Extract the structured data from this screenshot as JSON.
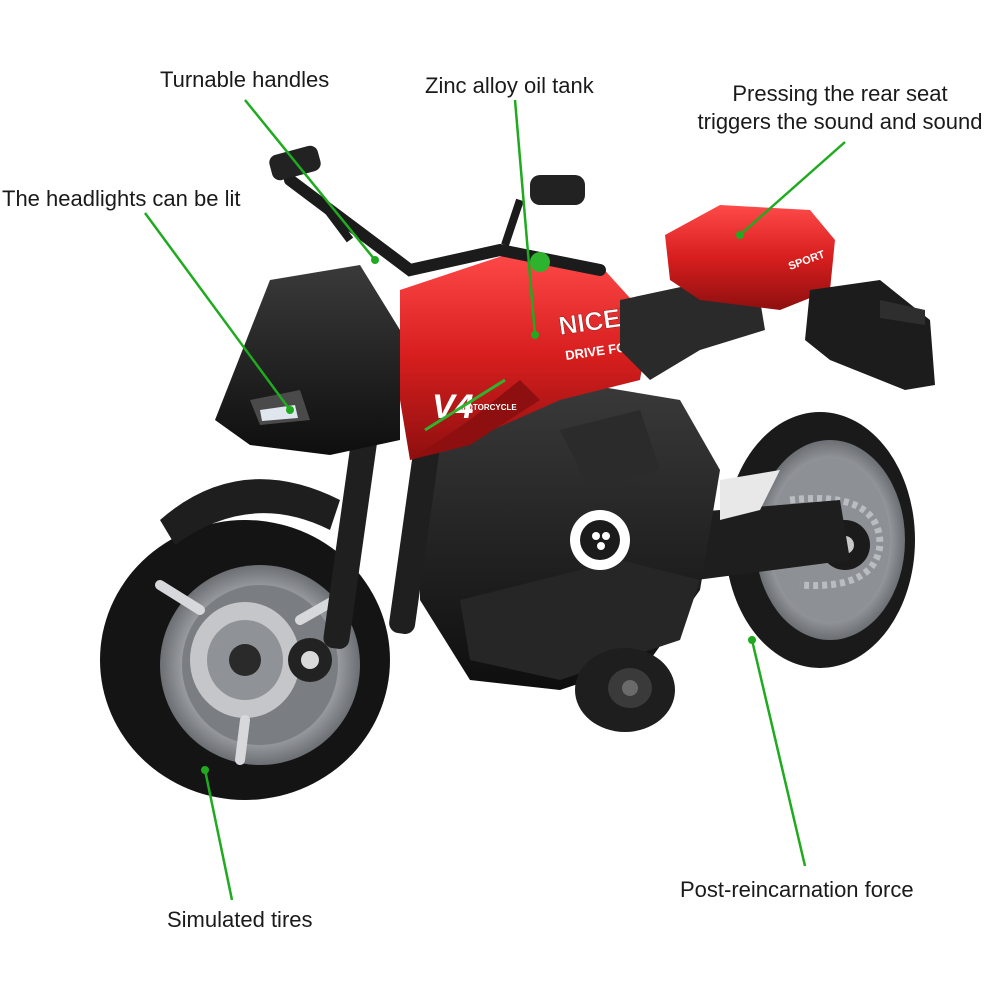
{
  "labels": {
    "handles": "Turnable handles",
    "tank": "Zinc alloy oil tank",
    "seat_line1": "Pressing the rear seat",
    "seat_line2": "triggers the sound and sound",
    "headlights": "The headlights can be lit",
    "tires": "Simulated tires",
    "force": "Post-reincarnation force"
  },
  "decals": {
    "tank_brand": "NICEY",
    "tank_sub": "DRIVE FORCE",
    "side_model": "V4",
    "side_sub": "MOTORCYCLE",
    "seat_badge": "SPORT"
  },
  "colors": {
    "callout_line": "#1faa1f",
    "body_red": "#d81e1e",
    "body_black": "#1b1b1b",
    "rim_silver": "#a9acb0"
  }
}
